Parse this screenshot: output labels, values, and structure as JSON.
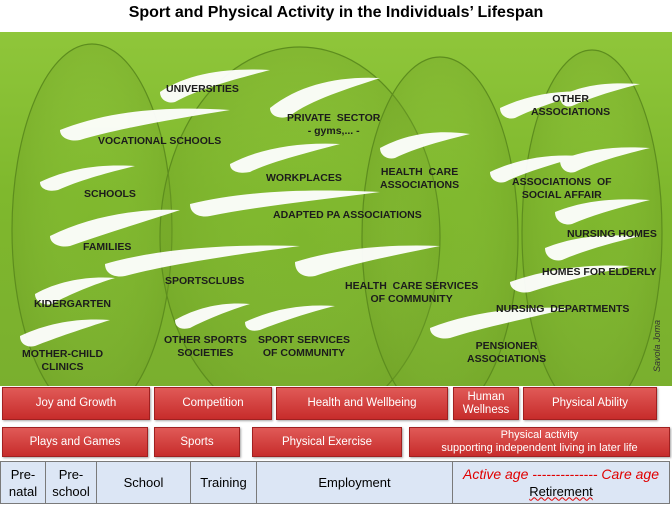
{
  "title": "Sport and Physical Activity in the Individuals’ Lifespan",
  "author": "Savola Joma",
  "colors": {
    "panel": "#84bd30",
    "red_box": "#d0403c",
    "stage_box": "#dce6f5",
    "accent_red": "#e00000"
  },
  "labels": {
    "universities": "UNIVERSITIES",
    "vocational": "VOCATIONAL SCHOOLS",
    "schools": "SCHOOLS",
    "families": "FAMILIES",
    "kindergarten": "KIDERGARTEN",
    "mother_child": "MOTHER-CHILD\nCLINICS",
    "private_sector": "PRIVATE  SECTOR\n- gyms,... -",
    "workplaces": "WORKPLACES",
    "health_care_assoc": "HEALTH  CARE\nASSOCIATIONS",
    "adapted_pa": "ADAPTED PA ASSOCIATIONS",
    "sportsclubs": "SPORTSCLUBS",
    "other_sports": "OTHER SPORTS\nSOCIETIES",
    "sport_services": "SPORT SERVICES\nOF COMMUNITY",
    "health_care_services": "HEALTH  CARE SERVICES\nOF COMMUNITY",
    "other_assoc": "OTHER\nASSOCIATIONS",
    "social_affair": "ASSOCIATIONS  OF\nSOCIAL AFFAIR",
    "nursing_homes": "NURSING HOMES",
    "homes_elderly": "HOMES FOR ELDERLY",
    "nursing_depts": "NURSING  DEPARTMENTS",
    "pensioner": "PENSIONER\nASSOCIATIONS"
  },
  "row1": [
    "Joy and Growth",
    "Competition",
    "Health and Wellbeing",
    "Human\nWellness",
    "Physical Ability"
  ],
  "row2": [
    "Plays and Games",
    "Sports",
    "Physical Exercise",
    "Physical activity\nsupporting independent living in later life"
  ],
  "stages": {
    "prenatal": "Pre-\nnatal",
    "preschool": "Pre-\nschool",
    "school": "School",
    "training": "Training",
    "employment": "Employment",
    "active_age": "Active age -------------- Care age",
    "retirement": "Retirement"
  }
}
